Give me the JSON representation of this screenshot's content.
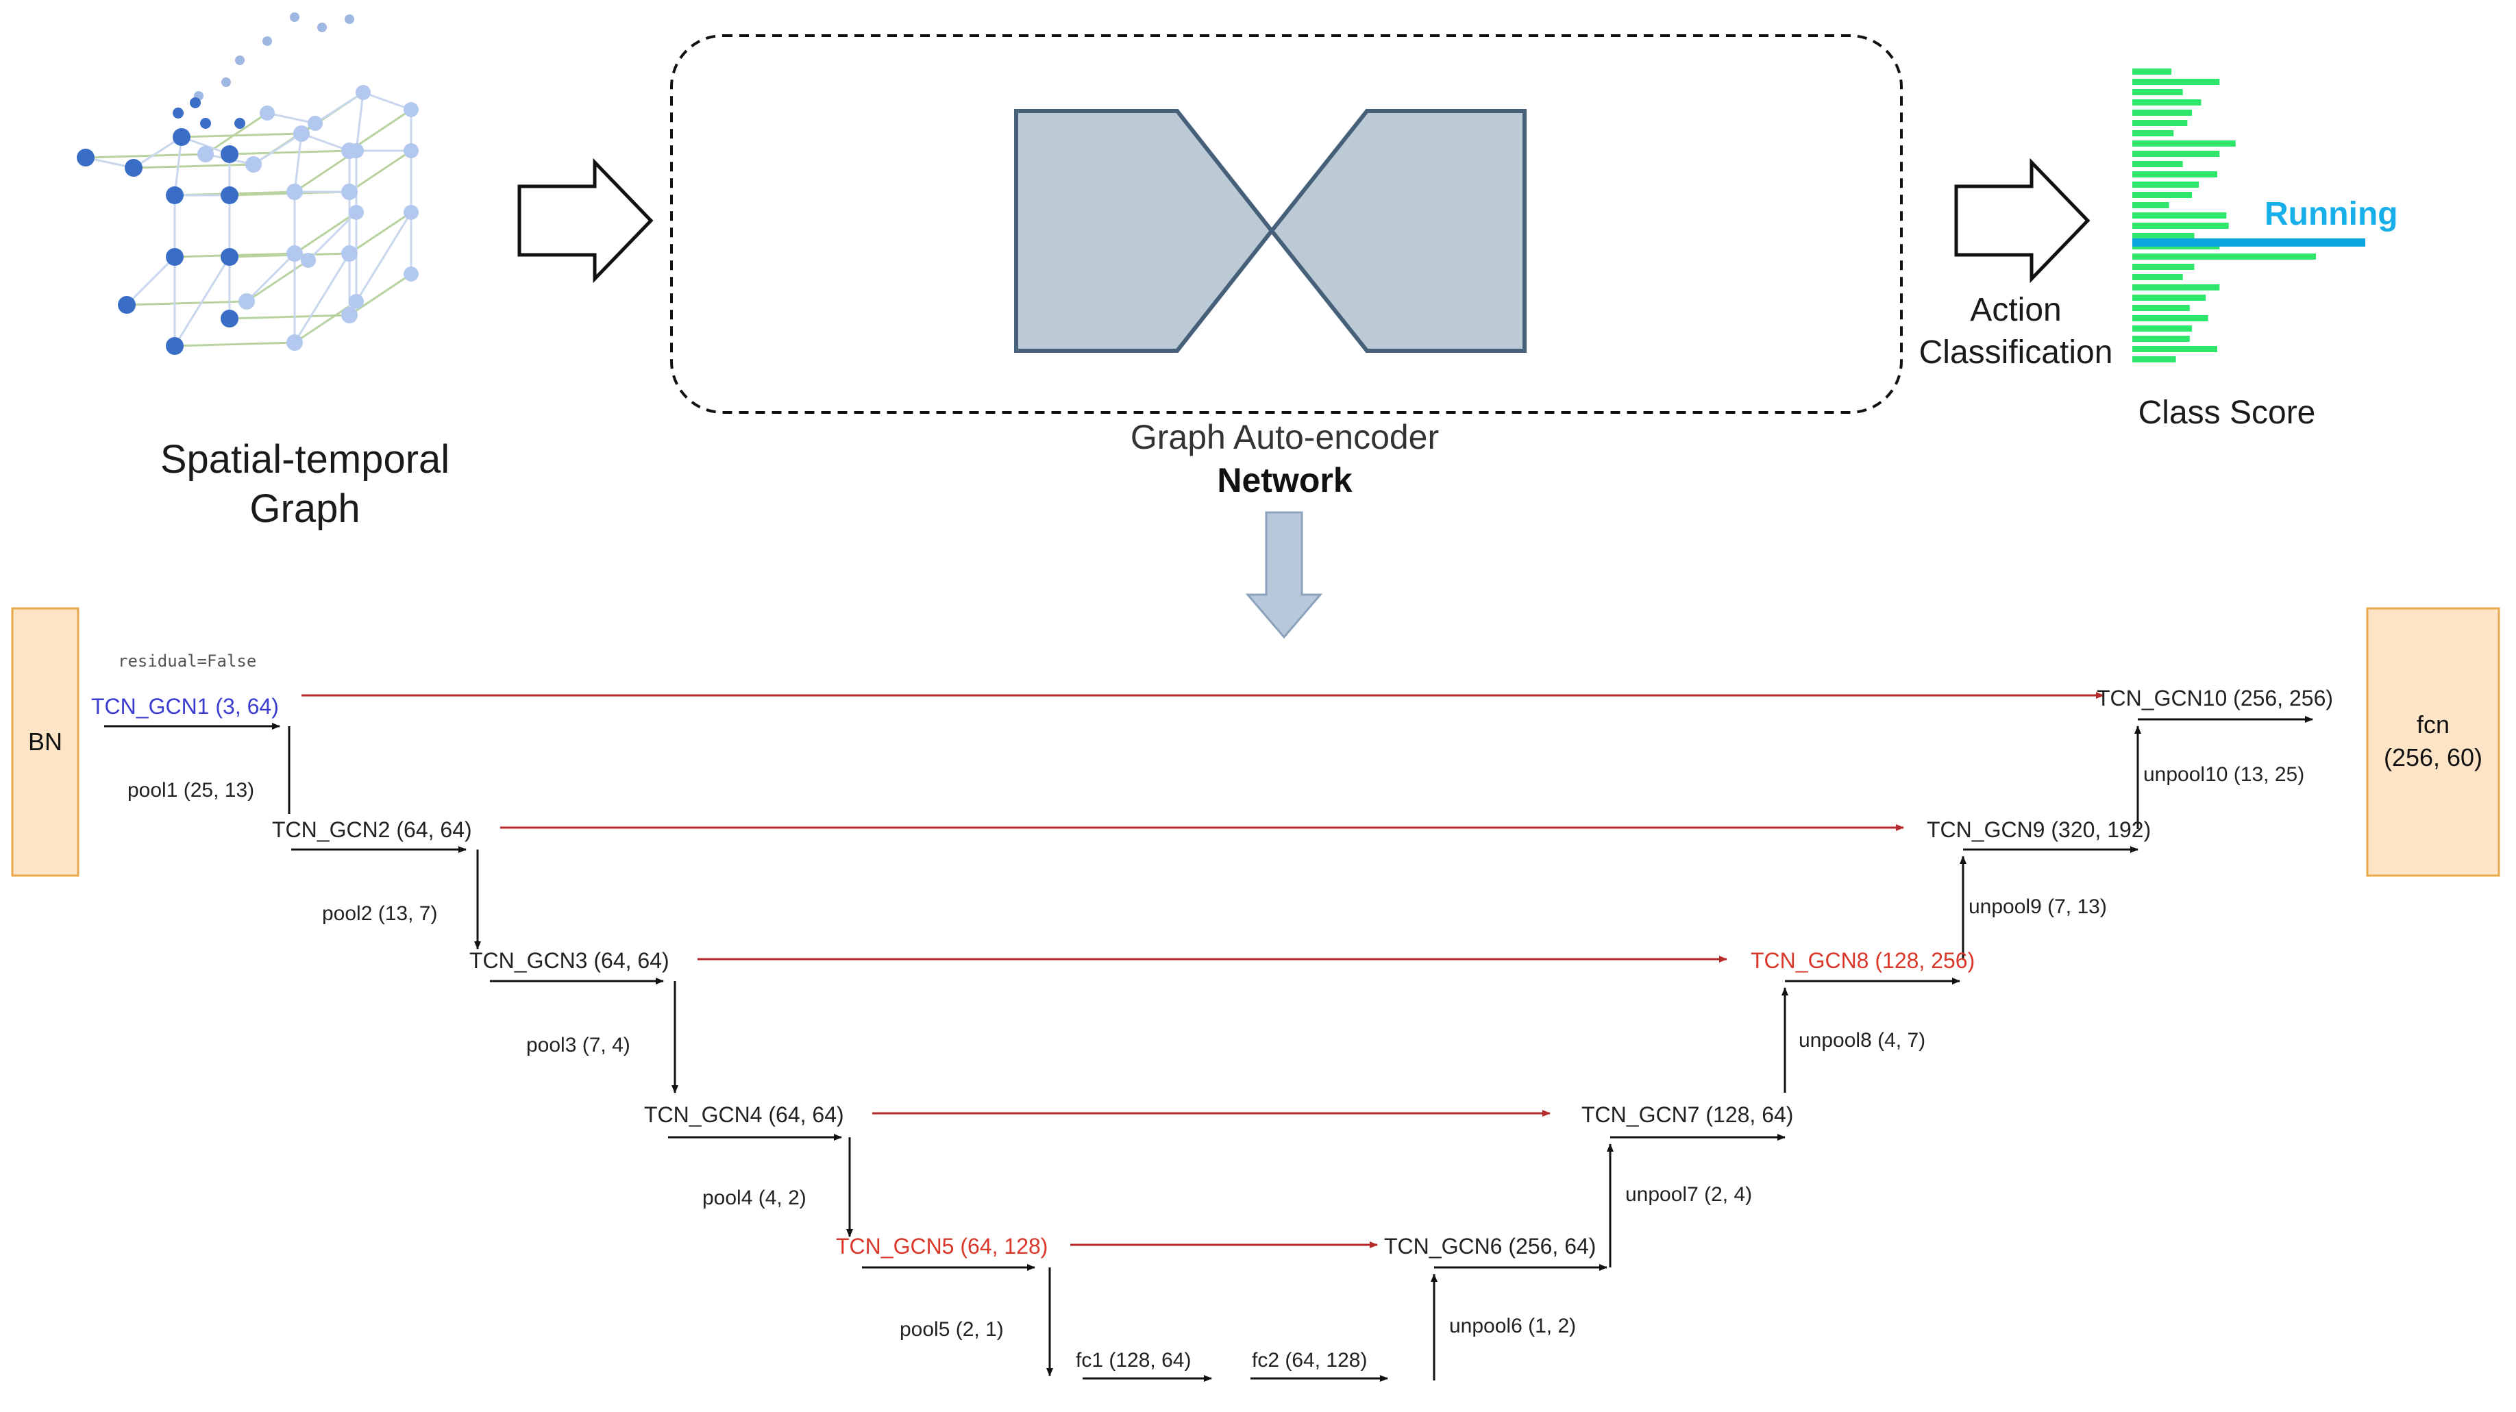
{
  "top": {
    "input_label_line1": "Spatial-temporal",
    "input_label_line2": "Graph",
    "network_label_line1": "Graph Auto-encoder",
    "network_label_line2": "Network",
    "action_label_line1": "Action",
    "action_label_line2": "Classification",
    "class_score_label": "Class Score",
    "running_label": "Running",
    "score_bar_values": [
      0.17,
      0.38,
      0.22,
      0.3,
      0.26,
      0.24,
      0.18,
      0.45,
      0.38,
      0.22,
      0.37,
      0.29,
      0.26,
      0.16,
      0.41,
      0.42,
      0.27,
      0.38,
      0.8,
      0.27,
      0.22,
      0.38,
      0.32,
      0.25,
      0.33,
      0.26,
      0.25,
      0.37,
      0.19
    ],
    "running_bar_value": 1.0
  },
  "colors": {
    "node_dark": "#3a6ec6",
    "node_light": "#b3c8ee",
    "edge": "#b9d3a0",
    "autoencoder_fill": "#bccad6",
    "autoencoder_stroke": "#46607a",
    "score_bar": "#2ee66b",
    "running_bar": "#0aa6df",
    "running_text": "#18aeea",
    "skip_arrow": "#b52a2a",
    "red_node": "#d9372a",
    "blue_node": "#3b3bd0",
    "side_box_fill": "#fde4c6",
    "side_box_stroke": "#e8a94b",
    "down_arrow": "#b8c8db"
  },
  "diagram": {
    "bn_label": "BN",
    "fcn_label_line1": "fcn",
    "fcn_label_line2": "(256, 60)",
    "residual_note": "residual=False",
    "nodes": [
      {
        "id": "n1",
        "label": "TCN_GCN1 (3, 64)",
        "color": "blue"
      },
      {
        "id": "n2",
        "label": "TCN_GCN2 (64, 64)",
        "color": "default"
      },
      {
        "id": "n3",
        "label": "TCN_GCN3 (64, 64)",
        "color": "default"
      },
      {
        "id": "n4",
        "label": "TCN_GCN4 (64, 64)",
        "color": "default"
      },
      {
        "id": "n5",
        "label": "TCN_GCN5 (64, 128)",
        "color": "red"
      },
      {
        "id": "n6",
        "label": "TCN_GCN6 (256, 64)",
        "color": "default"
      },
      {
        "id": "n7",
        "label": "TCN_GCN7 (128, 64)",
        "color": "default"
      },
      {
        "id": "n8",
        "label": "TCN_GCN8 (128, 256)",
        "color": "red"
      },
      {
        "id": "n9",
        "label": "TCN_GCN9 (320, 192)",
        "color": "default"
      },
      {
        "id": "n10",
        "label": "TCN_GCN10 (256, 256)",
        "color": "default"
      }
    ],
    "pools": [
      "pool1 (25, 13)",
      "pool2 (13, 7)",
      "pool3 (7, 4)",
      "pool4 (4, 2)",
      "pool5 (2, 1)"
    ],
    "fc": [
      "fc1 (128, 64)",
      "fc2 (64, 128)"
    ],
    "unpools": [
      "unpool6 (1, 2)",
      "unpool7 (2, 4)",
      "unpool8 (4, 7)",
      "unpool9 (7, 13)",
      "unpool10 (13, 25)"
    ]
  }
}
